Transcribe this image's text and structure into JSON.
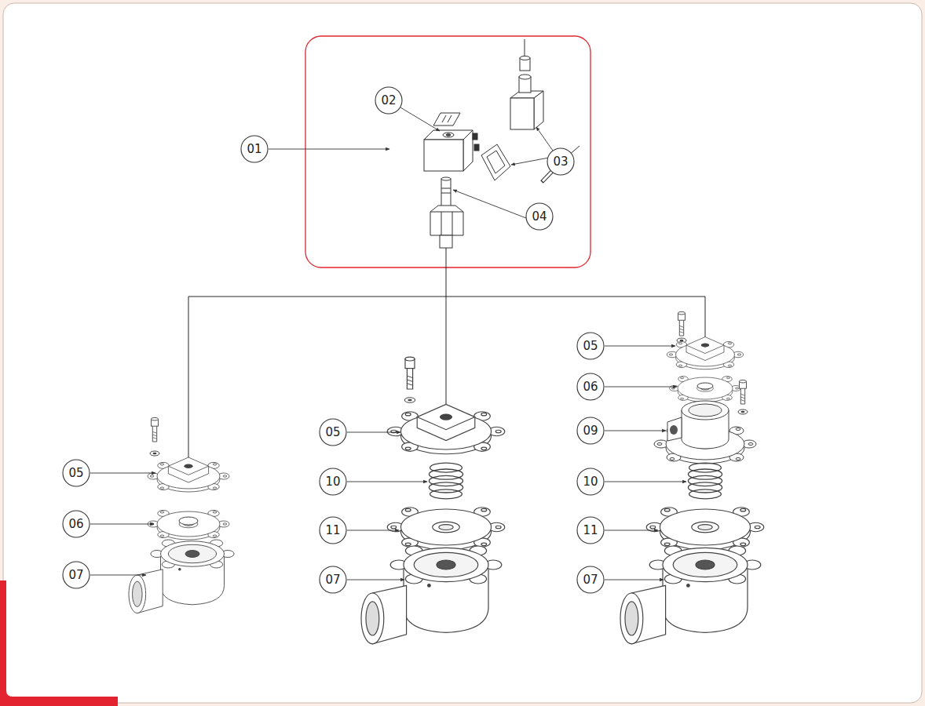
{
  "diagram": {
    "labels": [
      "01",
      "02",
      "03",
      "04",
      "05",
      "06",
      "07",
      "05",
      "10",
      "11",
      "07",
      "05",
      "06",
      "09",
      "10",
      "11",
      "07"
    ]
  }
}
